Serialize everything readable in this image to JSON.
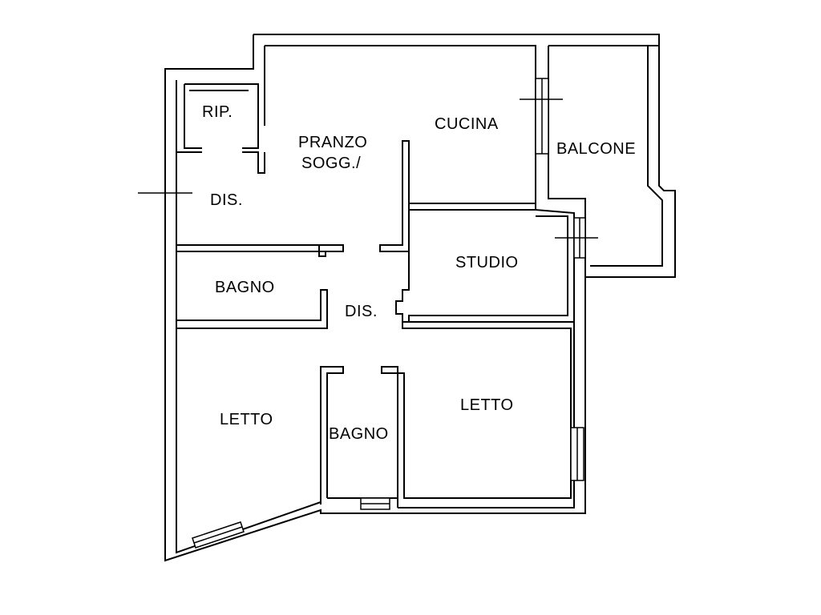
{
  "rooms": {
    "rip": "RIP.",
    "pranzo_line1": "PRANZO",
    "pranzo_line2": "SOGG./",
    "cucina": "CUCINA",
    "balcone": "BALCONE",
    "dis_upper": "DIS.",
    "studio": "STUDIO",
    "bagno_upper": "BAGNO",
    "dis_center": "DIS.",
    "letto_left": "LETTO",
    "bagno_lower": "BAGNO",
    "letto_right": "LETTO"
  },
  "colors": {
    "line": "#000000",
    "background": "#ffffff"
  }
}
